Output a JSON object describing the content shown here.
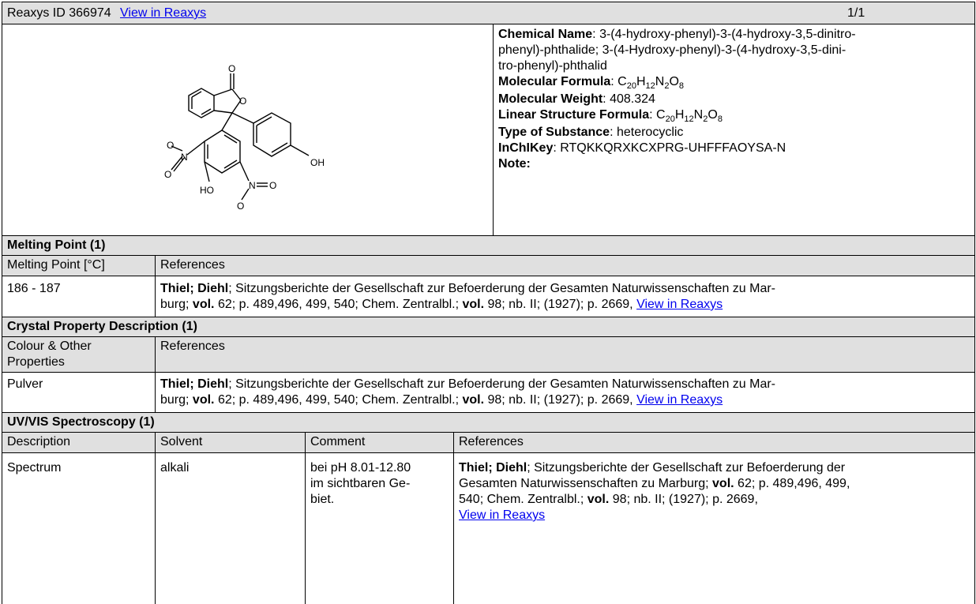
{
  "header": {
    "id_text": "Reaxys ID 366974",
    "link": "View in Reaxys",
    "pager": "1/1"
  },
  "compound": {
    "structure_labels": {
      "o_carbonyl": "O",
      "o_ring": "O",
      "oh_right": "OH",
      "ho_left": "HO",
      "no2_left_o_top": "O",
      "no2_left_n": "N",
      "no2_left_o_bottom": "O",
      "no2_right_n": "N",
      "no2_right_o_right": "O",
      "no2_right_o_bottom": "O"
    },
    "chemical_name_label": "Chemical Name",
    "chemical_name_lines": [
      "3-(4-hydroxy-phenyl)-3-(4-hydroxy-3,5-dinitro-",
      "phenyl)-phthalide; 3-(4-Hydroxy-phenyl)-3-(4-hydroxy-3,5-dini-",
      "tro-phenyl)-phthalid"
    ],
    "molecular_formula_label": "Molecular Formula",
    "molecular_weight_label": "Molecular Weight",
    "molecular_weight": "408.324",
    "linear_formula_label": "Linear Structure Formula",
    "formula": {
      "c": "C",
      "c_n": "20",
      "h": "H",
      "h_n": "12",
      "n": "N",
      "n_n": "2",
      "o": "O",
      "o_n": "8"
    },
    "substance_type_label": "Type of Substance",
    "substance_type": "heterocyclic",
    "inchikey_label": "InChIKey",
    "inchikey": "RTQKKQRXKCXPRG-UHFFFAOYSA-N",
    "note_label": "Note:"
  },
  "reference": {
    "authors": "Thiel; Diehl",
    "journal_1": "Sitzungsberichte der Gesellschaft zur Befoerderung der Gesamten Naturwissenschaften zu Mar-",
    "journal_2": "burg",
    "vol_label": "vol.",
    "vol1": "62",
    "pages": "p. 489,496, 499, 540; Chem. Zentralbl.",
    "vol2": "98",
    "tail": "nb. II; (1927); p. 2669,",
    "link": "View in Reaxys",
    "uv_line1": "Sitzungsberichte der Gesellschaft zur Befoerderung der",
    "uv_line2a": "Gesamten Naturwissenschaften zu Marburg",
    "uv_line2b": "p. 489,496, 499,",
    "uv_line3a": "540; Chem. Zentralbl.",
    "uv_line3b": "nb. II; (1927); p. 2669,"
  },
  "melting_point": {
    "section_title": "Melting Point (1)",
    "col_value": "Melting Point [°C]",
    "col_refs": "References",
    "value": "186 - 187"
  },
  "crystal": {
    "section_title": "Crystal Property Description (1)",
    "col_value_1": "Colour & Other",
    "col_value_2": "Properties",
    "col_refs": "References",
    "value": "Pulver"
  },
  "uvvis": {
    "section_title": "UV/VIS Spectroscopy (1)",
    "col_description": "Description",
    "col_solvent": "Solvent",
    "col_comment": "Comment",
    "col_refs": "References",
    "description": "Spectrum",
    "solvent": "alkali",
    "comment_lines": [
      "bei pH 8.01-12.80",
      "im sichtbaren Ge-",
      "biet."
    ]
  }
}
